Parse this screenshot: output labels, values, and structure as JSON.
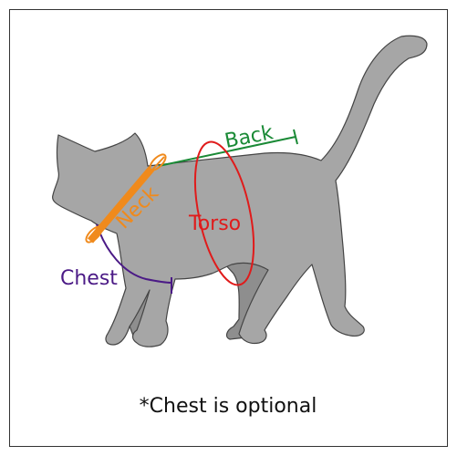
{
  "labels": {
    "back": "Back",
    "neck": "Neck",
    "torso": "Torso",
    "chest": "Chest"
  },
  "footnote": "*Chest is optional",
  "colors": {
    "back": "#1a8a36",
    "neck": "#f08a1c",
    "torso": "#e01b1b",
    "chest": "#4b1a86",
    "cat_body": "#a6a6a6",
    "cat_shadow": "#8e8e8e",
    "outline": "#444444"
  }
}
